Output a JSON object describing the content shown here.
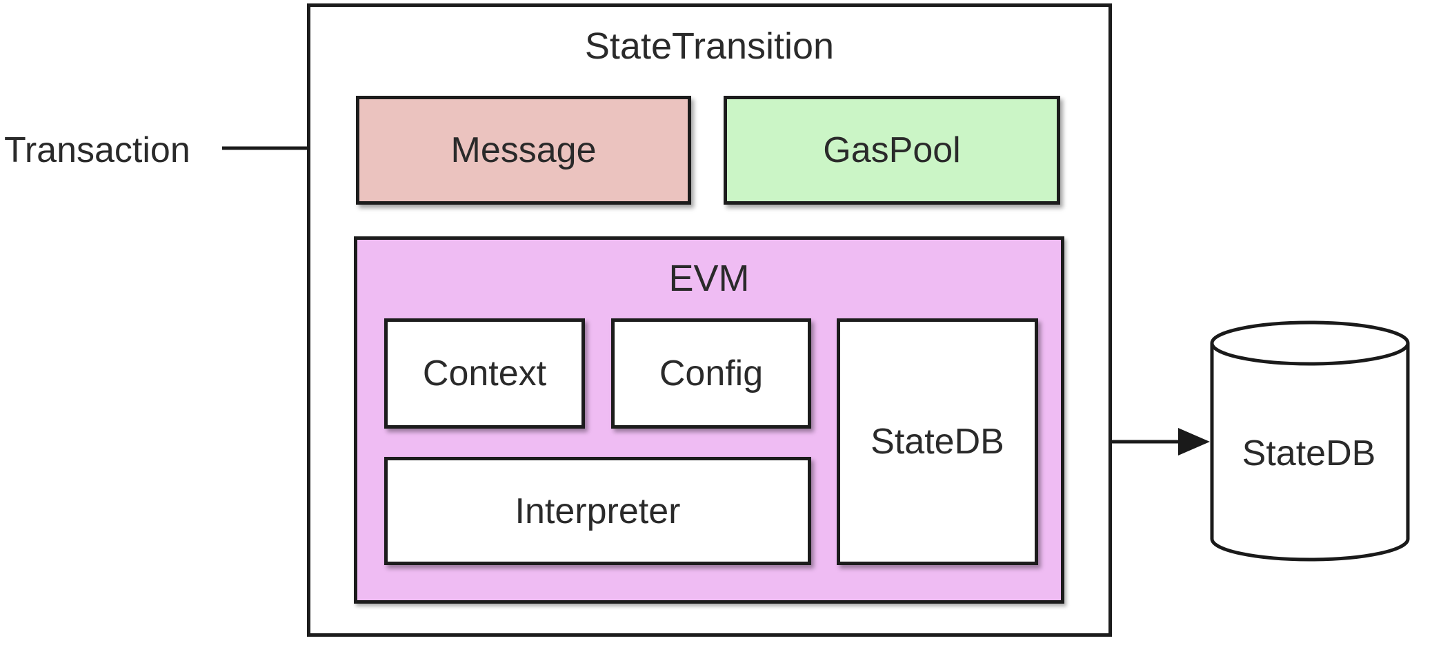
{
  "outer": {
    "title": "StateTransition"
  },
  "input": {
    "label": "Transaction"
  },
  "message": {
    "label": "Message"
  },
  "gaspool": {
    "label": "GasPool"
  },
  "evm": {
    "title": "EVM",
    "context": "Context",
    "config": "Config",
    "interpreter": "Interpreter",
    "statedb": "StateDB"
  },
  "database": {
    "label": "StateDB"
  },
  "colors": {
    "message_fill": "#ebc3bf",
    "gaspool_fill": "#cbf5c6",
    "evm_fill": "#efbcf3",
    "border": "#1c1c1c"
  }
}
